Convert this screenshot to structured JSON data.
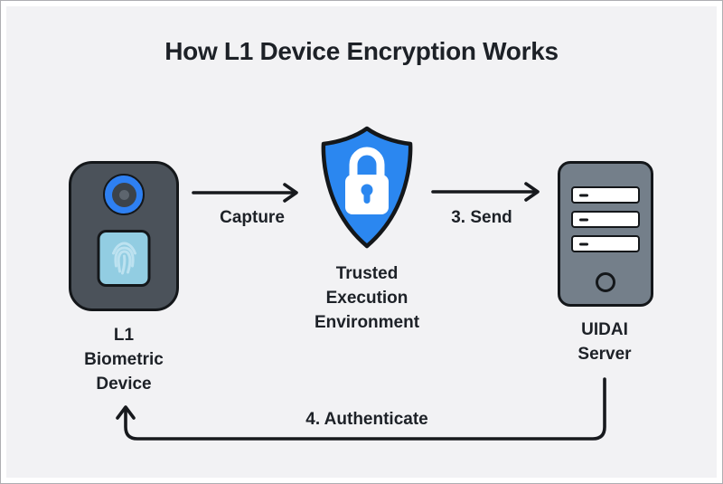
{
  "title": "How L1 Device Encryption Works",
  "colors": {
    "background": "#f2f2f4",
    "ink": "#1d2127",
    "line": "#17191d",
    "device_body": "#4b525a",
    "accent_blue": "#2e80f2",
    "shield_blue": "#2b87f0",
    "fingerprint_panel": "#92cde2",
    "fingerprint_lines": "#bde2f0",
    "server_body": "#747f8a",
    "slot_white": "#ffffff",
    "outline_dark": "#14171a"
  },
  "nodes": {
    "device": {
      "line1": "L1",
      "line2": "Biometric",
      "line3": "Device",
      "icon": "biometric-device-icon"
    },
    "tee": {
      "line1": "Trusted",
      "line2": "Execution",
      "line3": "Environment",
      "icon": "shield-lock-icon"
    },
    "server": {
      "line1": "UIDAI",
      "line2": "Server",
      "icon": "server-tower-icon"
    }
  },
  "edges": {
    "capture": "Capture",
    "send": "3. Send",
    "authenticate": "4. Authenticate"
  }
}
